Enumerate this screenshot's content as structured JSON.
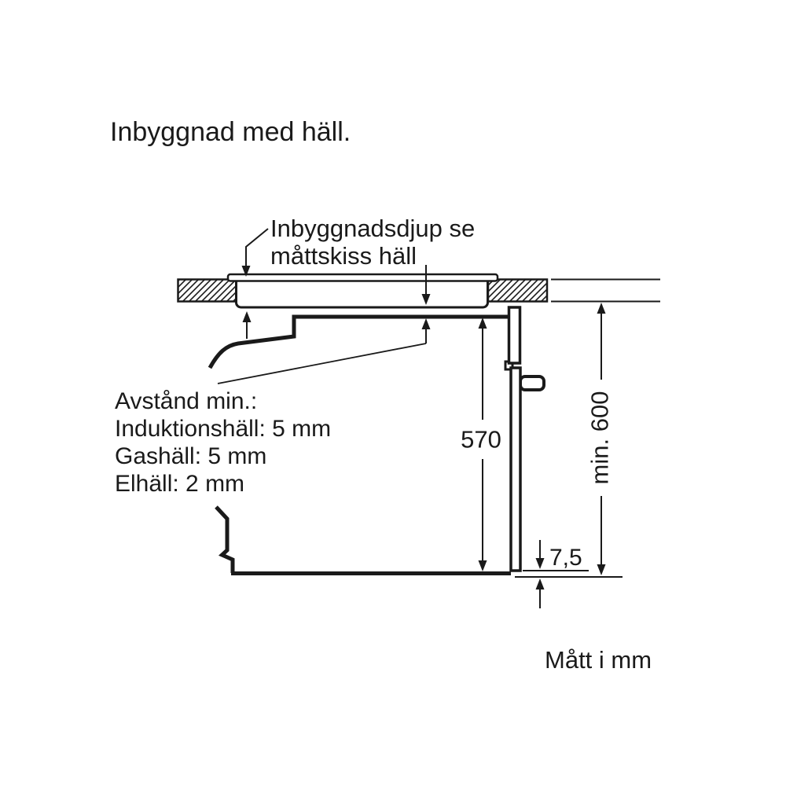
{
  "title": "Inbyggnad med häll.",
  "callout": {
    "line1": "Inbyggnadsdjup se",
    "line2": "måttskiss häll"
  },
  "clearance_note": {
    "heading": "Avstånd min.:",
    "items": [
      "Induktionshäll: 5 mm",
      "Gashäll: 5 mm",
      "Elhäll: 2 mm"
    ]
  },
  "dimensions": {
    "oven_height": "570",
    "niche_height": "min. 600",
    "door_offset": "7,5"
  },
  "footer_note": "Mått i mm",
  "colors": {
    "ink": "#1a1a1a",
    "background": "#ffffff"
  }
}
